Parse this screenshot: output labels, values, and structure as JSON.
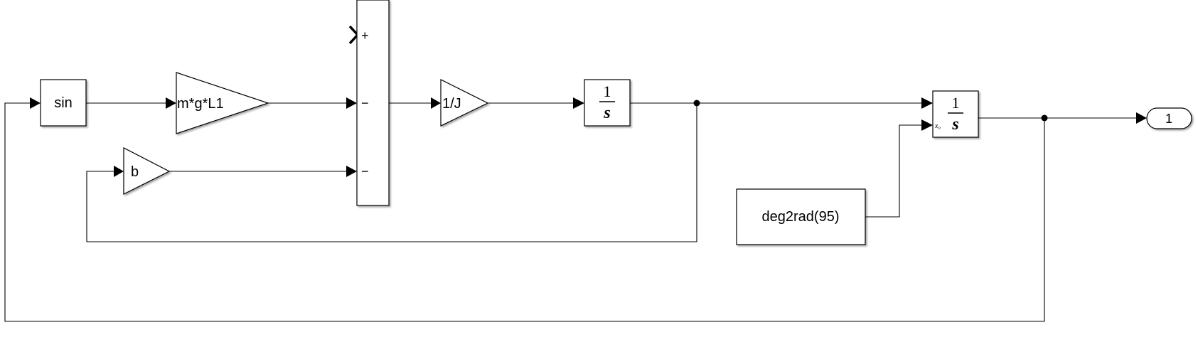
{
  "diagram": {
    "blocks": {
      "sin": {
        "label": "sin"
      },
      "gain_mgl": {
        "label": "m*g*L1"
      },
      "gain_b": {
        "label": "b"
      },
      "sum": {
        "signs": [
          "+",
          "−",
          "−"
        ]
      },
      "gain_inv_j": {
        "label": "1/J"
      },
      "integrator1": {
        "numerator": "1",
        "denominator": "s"
      },
      "integrator2": {
        "numerator": "1",
        "denominator": "s",
        "ic_port_label": "x₀"
      },
      "ic_constant": {
        "label": "deg2rad(95)"
      },
      "outport": {
        "label": "1"
      }
    }
  }
}
